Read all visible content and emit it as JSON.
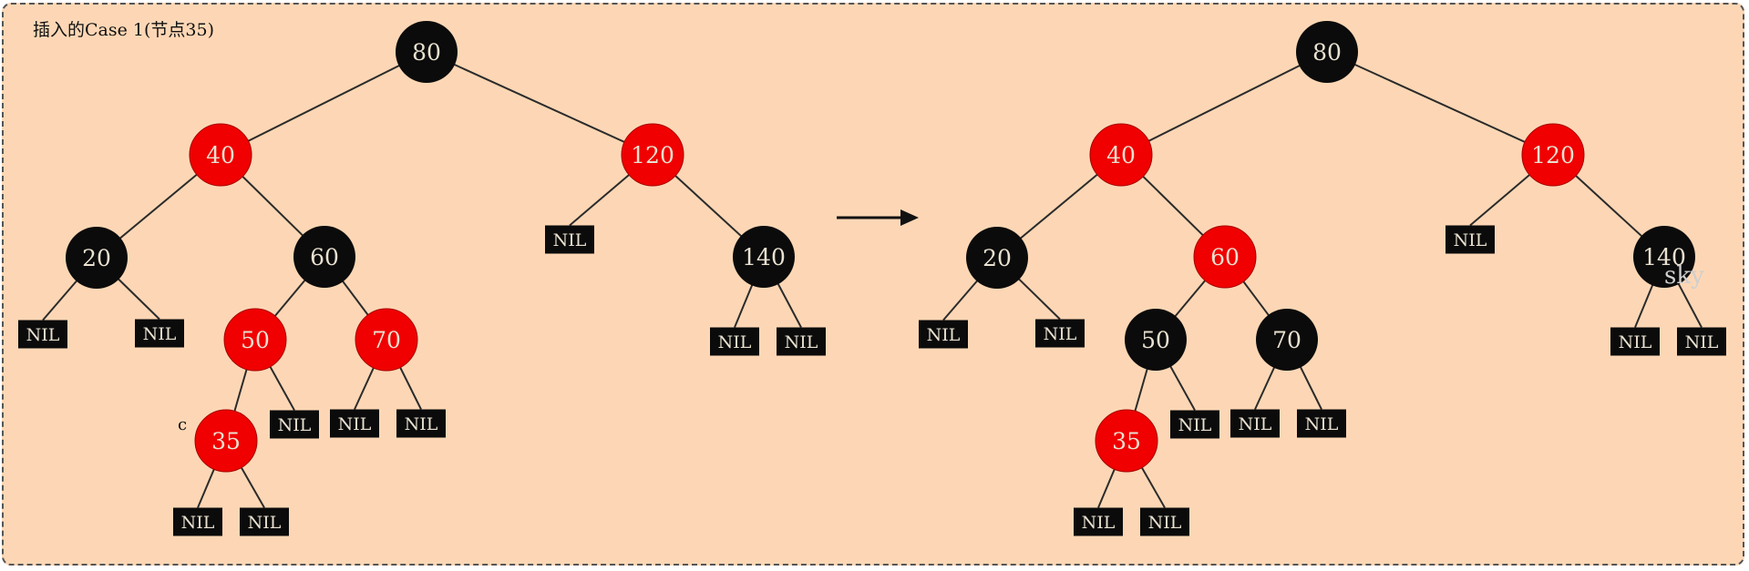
{
  "title": "插入的Case 1(节点35)",
  "watermark": "sky",
  "marker": "c",
  "nil_label": "NIL",
  "colors": {
    "background": "#fdd7b5",
    "black": "#0b0b0b",
    "red": "#f00000",
    "text": "#e9e1d0"
  },
  "trees": [
    {
      "name": "before",
      "nodes": [
        {
          "id": "n80",
          "value": "80",
          "color": "black"
        },
        {
          "id": "n40",
          "value": "40",
          "color": "red"
        },
        {
          "id": "n120",
          "value": "120",
          "color": "red"
        },
        {
          "id": "n20",
          "value": "20",
          "color": "black"
        },
        {
          "id": "n60",
          "value": "60",
          "color": "black"
        },
        {
          "id": "n140",
          "value": "140",
          "color": "black"
        },
        {
          "id": "n50",
          "value": "50",
          "color": "red"
        },
        {
          "id": "n70",
          "value": "70",
          "color": "red"
        },
        {
          "id": "n35",
          "value": "35",
          "color": "red"
        }
      ]
    },
    {
      "name": "after",
      "nodes": [
        {
          "id": "n80",
          "value": "80",
          "color": "black"
        },
        {
          "id": "n40",
          "value": "40",
          "color": "red"
        },
        {
          "id": "n120",
          "value": "120",
          "color": "red"
        },
        {
          "id": "n20",
          "value": "20",
          "color": "black"
        },
        {
          "id": "n60",
          "value": "60",
          "color": "red"
        },
        {
          "id": "n140",
          "value": "140",
          "color": "black"
        },
        {
          "id": "n50",
          "value": "50",
          "color": "black"
        },
        {
          "id": "n70",
          "value": "70",
          "color": "black"
        },
        {
          "id": "n35",
          "value": "35",
          "color": "red"
        }
      ]
    }
  ]
}
